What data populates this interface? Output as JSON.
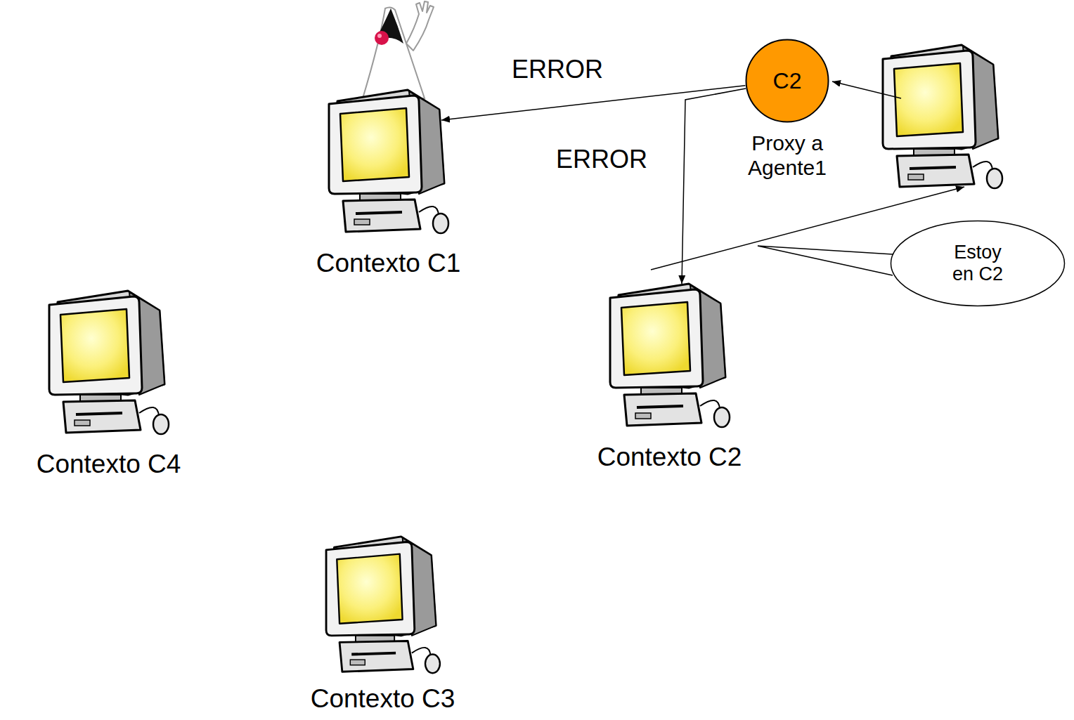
{
  "diagram": {
    "nodes": [
      {
        "text": [
          "C2",
          "Proxy a Agente1"
        ]
      },
      {
        "text": [
          "Contexto C1"
        ]
      },
      {
        "text": [
          "Estoy en C2"
        ]
      },
      {
        "text": [
          "Contexto C4"
        ]
      },
      {
        "text": [
          "Contexto C2"
        ]
      },
      {
        "text": [
          "Contexto C3"
        ]
      }
    ],
    "edges": [
      {
        "from": 0,
        "to": 1,
        "label": "ERROR",
        "arrow": "to"
      },
      {
        "from": 0,
        "to": 4,
        "label": "ERROR",
        "arrow": "to"
      }
    ]
  }
}
